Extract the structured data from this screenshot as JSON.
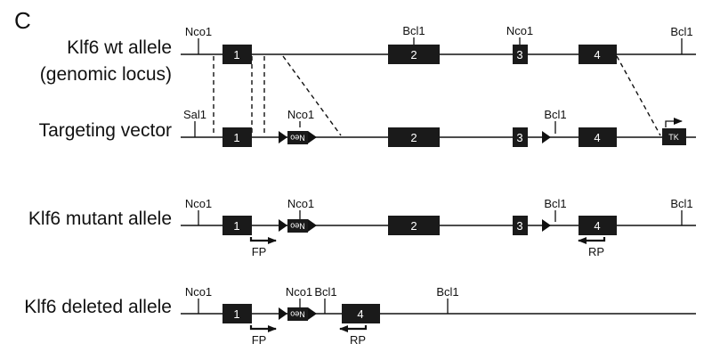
{
  "panel_label": "C",
  "rows": [
    {
      "label_lines": [
        "Klf6 wt allele",
        "(genomic locus)"
      ],
      "sites": [
        "Nco1",
        "Bcl1",
        "Nco1",
        "Bcl1"
      ],
      "exons": [
        "1",
        "2",
        "3",
        "4"
      ]
    },
    {
      "label_lines": [
        "Targeting vector"
      ],
      "sites": [
        "Sal1",
        "Nco1",
        "Bcl1"
      ],
      "exons": [
        "1",
        "2",
        "3",
        "4"
      ],
      "cassettes": [
        "Neo",
        "TK"
      ]
    },
    {
      "label_lines": [
        "Klf6 mutant allele"
      ],
      "sites": [
        "Nco1",
        "Nco1",
        "Bcl1",
        "Bcl1"
      ],
      "exons": [
        "1",
        "2",
        "3",
        "4"
      ],
      "cassettes": [
        "Neo"
      ],
      "primers": [
        "FP",
        "RP"
      ]
    },
    {
      "label_lines": [
        "Klf6 deleted allele"
      ],
      "sites": [
        "Nco1",
        "Nco1",
        "Bcl1",
        "Bcl1"
      ],
      "exons": [
        "1",
        "4"
      ],
      "cassettes": [
        "Neo"
      ],
      "primers": [
        "FP",
        "RP"
      ]
    }
  ],
  "colors": {
    "line": "#111111",
    "exon": "#1a1a1a",
    "text": "#111111"
  }
}
